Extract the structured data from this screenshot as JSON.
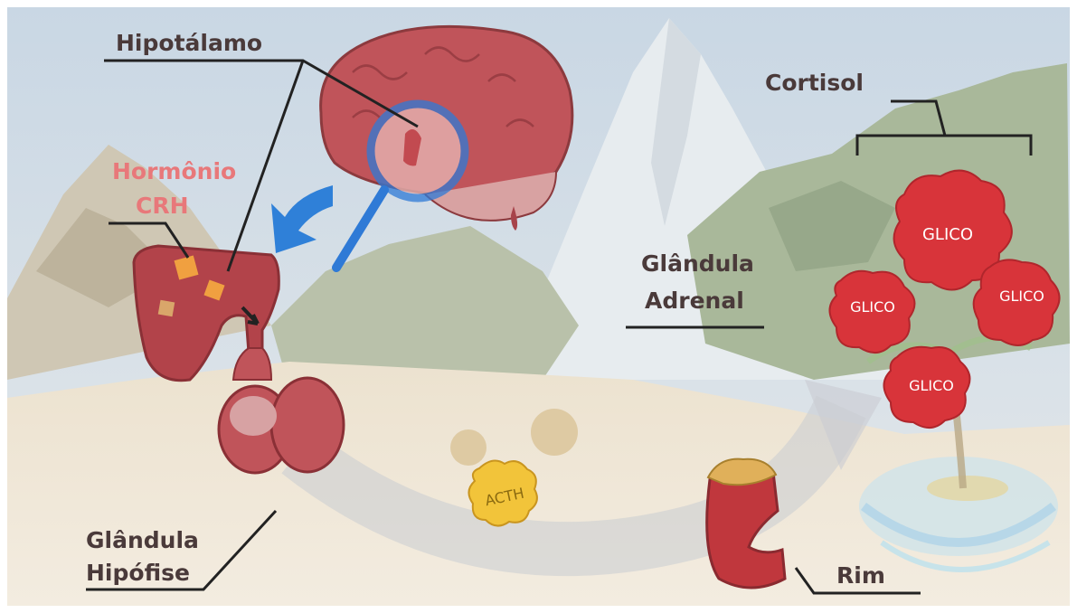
{
  "labels": {
    "hipotalamo": "Hipotálamo",
    "hormonio_line1": "Hormônio",
    "hormonio_line2": "CRH",
    "cortisol": "Cortisol",
    "glandula_adrenal_line1": "Glândula",
    "glandula_adrenal_line2": "Adrenal",
    "glandula_hipofise_line1": "Glândula",
    "glandula_hipofise_line2": "Hipófise",
    "rim": "Rim"
  },
  "molecules": {
    "glico_top": "GLICO",
    "glico_left": "GLICO",
    "glico_right": "GLICO",
    "glico_bottom": "GLICO",
    "acth": "ACTH"
  },
  "colors": {
    "organ_red": "#c0545a",
    "molecule_red": "#d8343a",
    "crh_orange": "#f0a040",
    "acth_yellow": "#f2c43a",
    "arrow_blue": "#2f80d8",
    "label_dark": "#4a3a3a",
    "label_red": "#e8787a"
  }
}
